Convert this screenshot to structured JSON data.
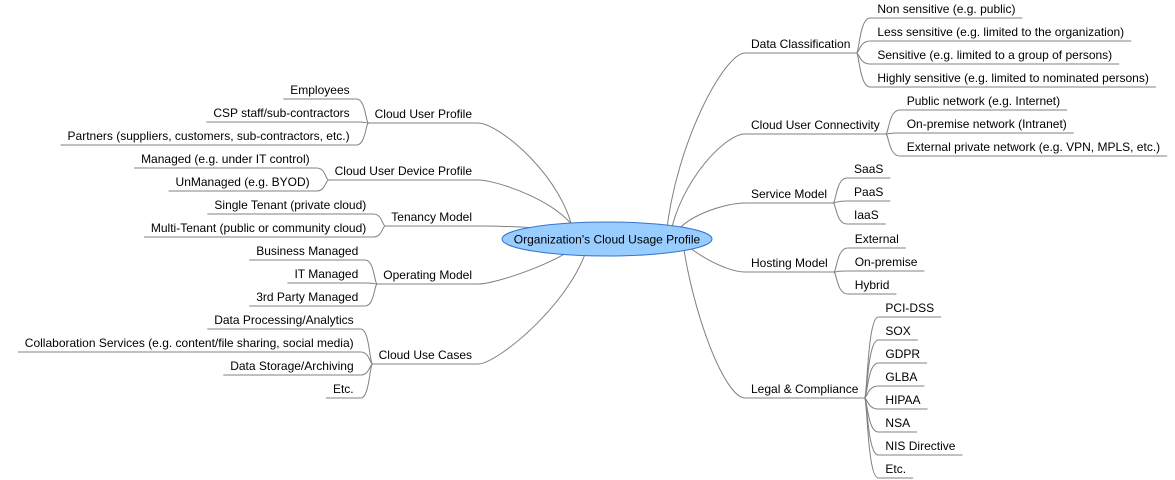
{
  "center": {
    "label": "Organization's Cloud Usage Profile",
    "fill": "#99ccff",
    "stroke": "#3377cc"
  },
  "left_branches": [
    {
      "label": "Cloud User Profile",
      "children": [
        "Employees",
        "CSP staff/sub-contractors",
        "Partners (suppliers, customers, sub-contractors, etc.)"
      ]
    },
    {
      "label": "Cloud User Device Profile",
      "children": [
        "Managed (e.g. under IT control)",
        "UnManaged (e.g. BYOD)"
      ]
    },
    {
      "label": "Tenancy Model",
      "children": [
        "Single Tenant (private cloud)",
        "Multi-Tenant (public or community cloud)"
      ]
    },
    {
      "label": "Operating Model",
      "children": [
        "Business Managed",
        "IT Managed",
        "3rd Party Managed"
      ]
    },
    {
      "label": "Cloud Use Cases",
      "children": [
        "Data Processing/Analytics",
        "Collaboration Services (e.g. content/file sharing, social media)",
        "Data Storage/Archiving",
        "Etc."
      ]
    }
  ],
  "right_branches": [
    {
      "label": "Data Classification",
      "children": [
        "Non sensitive (e.g. public)",
        "Less sensitive (e.g. limited to the organization)",
        "Sensitive (e.g. limited to a group of persons)",
        "Highly sensitive (e.g. limited to nominated persons)"
      ]
    },
    {
      "label": "Cloud User Connectivity",
      "children": [
        "Public network (e.g. Internet)",
        "On-premise network (Intranet)",
        "External private network (e.g. VPN, MPLS, etc.)"
      ]
    },
    {
      "label": "Service Model",
      "children": [
        "SaaS",
        "PaaS",
        "IaaS"
      ]
    },
    {
      "label": "Hosting Model",
      "children": [
        "External",
        "On-premise",
        "Hybrid"
      ]
    },
    {
      "label": "Legal & Compliance",
      "children": [
        "PCI-DSS",
        "SOX",
        "GDPR",
        "GLBA",
        "HIPAA",
        "NSA",
        "NIS Directive",
        "Etc."
      ]
    }
  ]
}
